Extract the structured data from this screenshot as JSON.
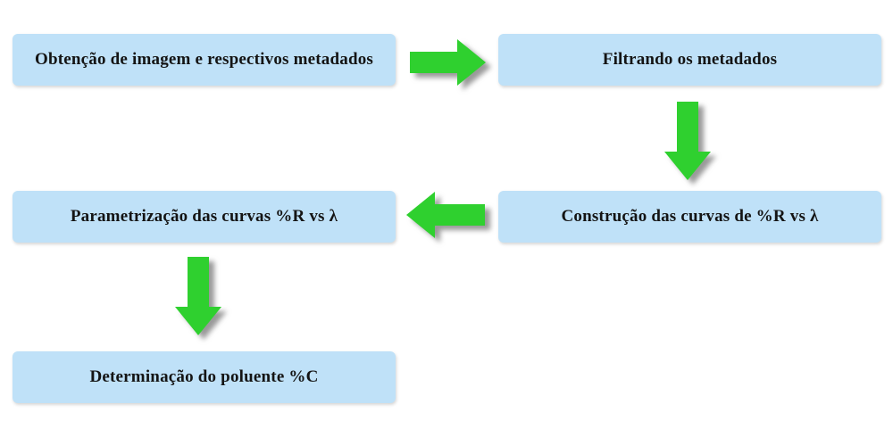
{
  "flowchart": {
    "steps": [
      {
        "id": "obtain-image",
        "label": "Obtenção de imagem e respectivos metadados"
      },
      {
        "id": "filter-metadata",
        "label": "Filtrando os metadados"
      },
      {
        "id": "build-curves",
        "label": "Construção das curvas de %R vs λ"
      },
      {
        "id": "parametrize-curves",
        "label": "Parametrização das curvas %R vs λ"
      },
      {
        "id": "determine-pollutant",
        "label": "Determinação do poluente %C"
      }
    ],
    "arrows": [
      {
        "direction": "right",
        "from": "obtain-image",
        "to": "filter-metadata"
      },
      {
        "direction": "down",
        "from": "filter-metadata",
        "to": "build-curves"
      },
      {
        "direction": "left",
        "from": "build-curves",
        "to": "parametrize-curves"
      },
      {
        "direction": "down",
        "from": "parametrize-curves",
        "to": "determine-pollutant"
      }
    ],
    "colors": {
      "box_fill": "#bfe1f8",
      "arrow_green": "#2fd02f",
      "text_color": "#141414",
      "background": "#ffffff"
    }
  }
}
